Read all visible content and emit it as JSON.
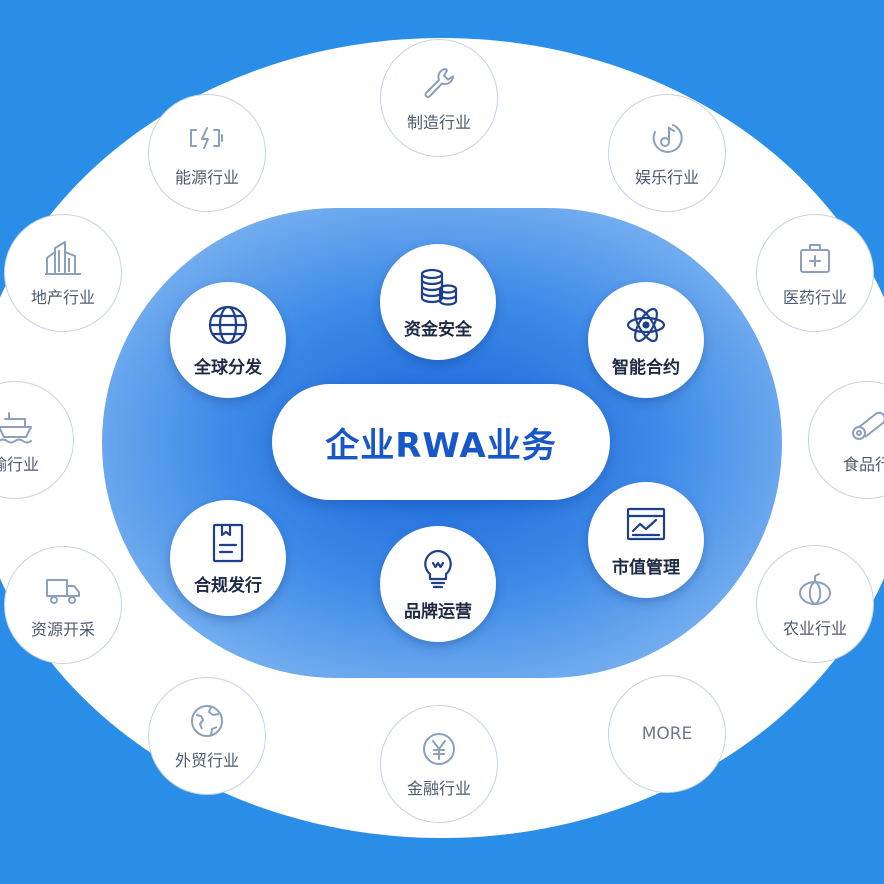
{
  "center": {
    "title": "企业RWA业务"
  },
  "core_services": [
    {
      "label": "资金安全",
      "icon": "coin-stack-icon"
    },
    {
      "label": "智能合约",
      "icon": "atom-icon"
    },
    {
      "label": "市值管理",
      "icon": "chart-window-icon"
    },
    {
      "label": "品牌运营",
      "icon": "lightbulb-icon"
    },
    {
      "label": "合规发行",
      "icon": "document-icon"
    },
    {
      "label": "全球分发",
      "icon": "globe-icon"
    }
  ],
  "industries": [
    {
      "label": "制造行业",
      "icon": "wrench-icon"
    },
    {
      "label": "娱乐行业",
      "icon": "music-icon"
    },
    {
      "label": "医药行业",
      "icon": "medical-kit-icon"
    },
    {
      "label": "食品行",
      "icon": "food-roll-icon"
    },
    {
      "label": "农业行业",
      "icon": "pumpkin-icon"
    },
    {
      "label": "MORE",
      "icon": ""
    },
    {
      "label": "金融行业",
      "icon": "yen-coin-icon"
    },
    {
      "label": "外贸行业",
      "icon": "earth-icon"
    },
    {
      "label": "资源开采",
      "icon": "truck-icon"
    },
    {
      "label": "输行业",
      "icon": "ship-icon"
    },
    {
      "label": "地产行业",
      "icon": "buildings-icon"
    },
    {
      "label": "能源行业",
      "icon": "battery-icon"
    }
  ],
  "colors": {
    "background": "#2a8ee8",
    "accent": "#1857c9",
    "inner_ring": "#3d8ae8",
    "outer_icon": "#8aa0bd",
    "inner_icon": "#1e3f8a"
  }
}
